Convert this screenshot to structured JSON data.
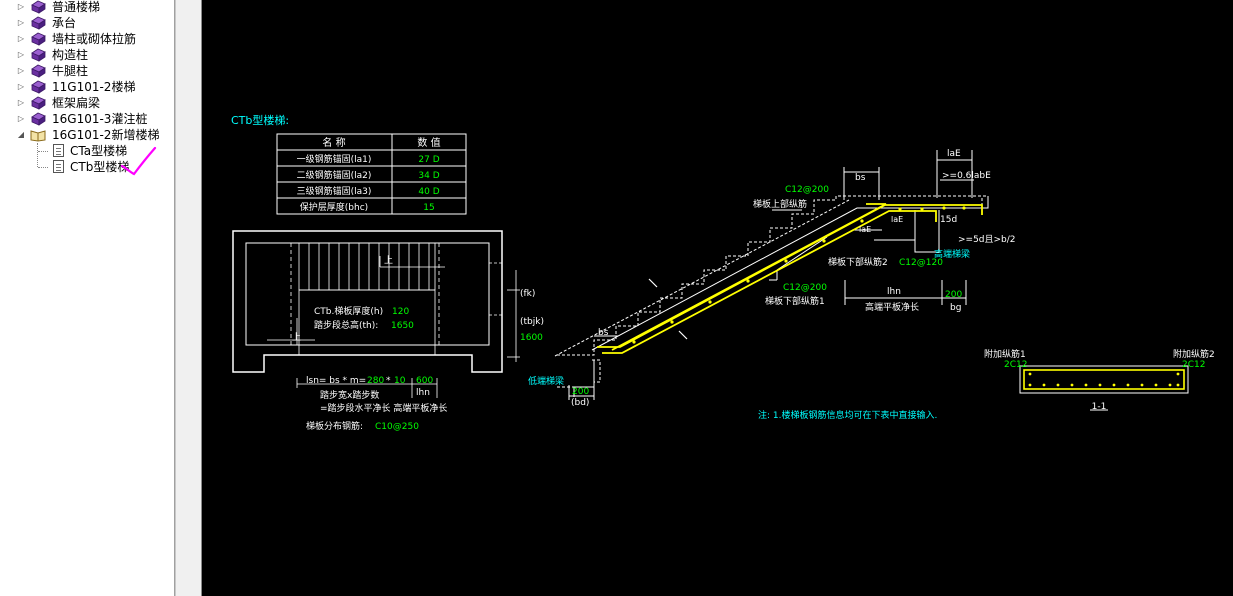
{
  "tree": {
    "items": [
      {
        "label": "普通楼梯",
        "icon": "book-icon",
        "expander": "collapsed"
      },
      {
        "label": "承台",
        "icon": "book-icon",
        "expander": "collapsed"
      },
      {
        "label": "墙柱或砌体拉筋",
        "icon": "book-icon",
        "expander": "collapsed"
      },
      {
        "label": "构造柱",
        "icon": "book-icon",
        "expander": "collapsed"
      },
      {
        "label": "牛腿柱",
        "icon": "book-icon",
        "expander": "collapsed"
      },
      {
        "label": "11G101-2楼梯",
        "icon": "book-icon",
        "expander": "collapsed"
      },
      {
        "label": "框架扁梁",
        "icon": "book-icon",
        "expander": "collapsed"
      },
      {
        "label": "16G101-3灌注桩",
        "icon": "book-icon",
        "expander": "collapsed"
      },
      {
        "label": "16G101-2新增楼梯",
        "icon": "open-book-icon",
        "expander": "expanded"
      }
    ],
    "children": [
      {
        "label": "CTa型楼梯",
        "icon": "page-icon"
      },
      {
        "label": "CTb型楼梯",
        "icon": "page-icon"
      }
    ]
  },
  "drawing": {
    "title": "CTb型楼梯:",
    "table": {
      "headers": [
        "名 称",
        "数 值"
      ],
      "rows": [
        {
          "name": "一级钢筋锚固(la1)",
          "value": "27 D"
        },
        {
          "name": "二级钢筋锚固(la2)",
          "value": "34 D"
        },
        {
          "name": "三级钢筋锚固(la3)",
          "value": "40 D"
        },
        {
          "name": "保护层厚度(bhc)",
          "value": "15"
        }
      ]
    },
    "plan": {
      "up_label": "上",
      "slab_label": "CTb.梯板厚度(h)",
      "slab_value": "120",
      "height_label": "踏步段总高(th):",
      "height_value": "1650",
      "fk": "(fk)",
      "tbjk": "(tbjk)",
      "side_value": "1600",
      "formula_prefix": "lsn= bs * m=",
      "formula_a": "280",
      "formula_star": "*",
      "formula_b": "10",
      "formula_c": "600",
      "lhn": "lhn",
      "note1": "踏步宽x踏步数",
      "note2": "=踏步段水平净长 高端平板净长",
      "dist_label": "梯板分布钢筋:",
      "dist_value": "C10@250"
    },
    "section": {
      "top_rebar_code": "C12@200",
      "top_rebar_label": "梯板上部纵筋",
      "bs_top": "bs",
      "laE_top": "laE",
      "ge_label": ">=0.6labE",
      "laE_mid": "laE",
      "laE_low": "laE",
      "d15": "15d",
      "ge5d": ">=5d且>b/2",
      "high_beam": "高端梯梁",
      "lower2_label": "梯板下部纵筋2",
      "lower2_code": "C12@120",
      "lower1_code": "C12@200",
      "lower1_label": "梯板下部纵筋1",
      "lhn": "lhn",
      "b200": "200",
      "high_plate": "高端平板净长",
      "bg": "bg",
      "bs_low": "bs",
      "low_200": "200",
      "bd": "(bd)",
      "low_beam": "低端梯梁"
    },
    "cross": {
      "left_label": "附加纵筋1",
      "left_code": "2C12",
      "right_label": "附加纵筋2",
      "right_code": "2C12",
      "tag": "1-1"
    },
    "footnote": "注: 1.楼梯板钢筋信息均可在下表中直接输入."
  },
  "colors": {
    "cad_white": "#ffffff",
    "cad_green": "#00ff00",
    "cad_cyan": "#00ffff",
    "cad_yellow": "#ffff00",
    "checkmark": "#ff00ff"
  }
}
